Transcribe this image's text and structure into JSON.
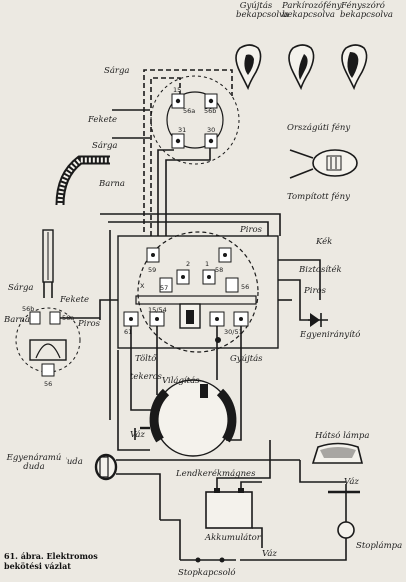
{
  "switches": {
    "gyujtas": "Gyújtás\nbekapcsolva",
    "parkirozo": "Parkírozófény\nbekapcsolva",
    "fenyszoro": "Fényszóró\nbekapcsolva"
  },
  "wire_labels": {
    "sarga_top": "Sárga",
    "fekete_top": "Fekete",
    "sarga_mid": "Sárga",
    "barna_mid": "Barna",
    "sarga_left": "Sárga",
    "fekete_left": "Fekete",
    "barna_left": "Barna",
    "piros_left": "Piros",
    "piros_center": "Piros",
    "kek": "Kék",
    "piros_right": "Piros"
  },
  "components": {
    "orszaguti": "Országúti fény",
    "tompitott": "Tompított fény",
    "biztositek": "Biztosíték",
    "egyenirany": "Egyenirányító",
    "tolto": "Töltő",
    "tekercs": "tekercs",
    "vilagitas": "Világítás",
    "gyujtas": "Gyújtás",
    "vaz_left": "Váz",
    "vaz_right": "Váz",
    "vaz_bottom": "Váz",
    "hatso": "Hátsó lámpa",
    "duda": "Egyenáramú\nduda",
    "lendkerek": "Lendkerékmágnes",
    "akkumulator": "Akkumulátor",
    "stoplampa": "Stoplámpa",
    "stopkapcsolo": "Stopkapcsoló"
  },
  "terminals": {
    "t56a": "56a",
    "t56b": "56b",
    "t31": "31",
    "t30": "30",
    "t15": "15",
    "t56": "56",
    "t58": "58",
    "t2": "2",
    "t57": "57",
    "t1": "1",
    "t59": "59",
    "t61": "61",
    "t15_54": "15/54",
    "t30_51": "30/51",
    "t56l": "56",
    "t56al": "56a",
    "t56bl": "56b",
    "tX": "X"
  },
  "caption": {
    "line1": "61. ábra. Elektromos",
    "line2": "bekötési vázlat"
  }
}
